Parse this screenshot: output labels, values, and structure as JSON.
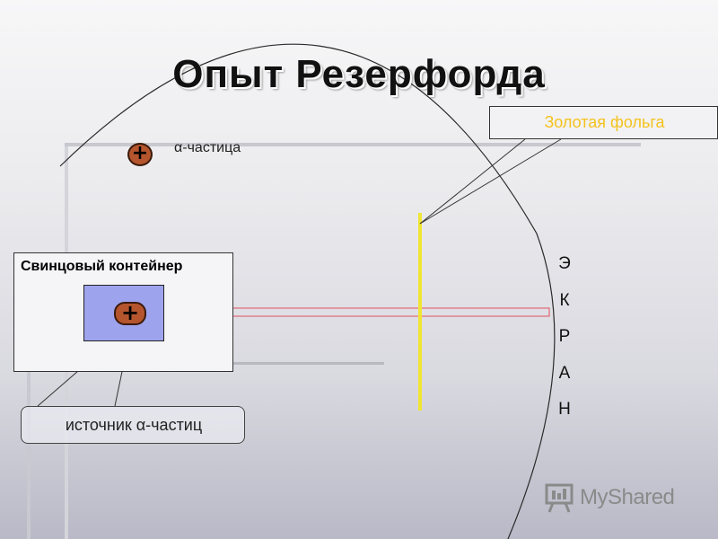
{
  "title": "Опыт Резерфорда",
  "alpha_particle_label": "α-частица",
  "container_label": "Свинцовый контейнер",
  "source_label": "источник α-частиц",
  "foil_label": "Золотая фольга",
  "screen_letters": [
    "Э",
    "К",
    "Р",
    "А",
    "Н"
  ],
  "plus_symbol": "+",
  "watermark": "MyShared",
  "colors": {
    "foil": "#f0e632",
    "beam": "#e05060",
    "source_fill": "#9ea3ee",
    "particle_fill": "#b5552e",
    "foil_label": "#f4c21c"
  }
}
